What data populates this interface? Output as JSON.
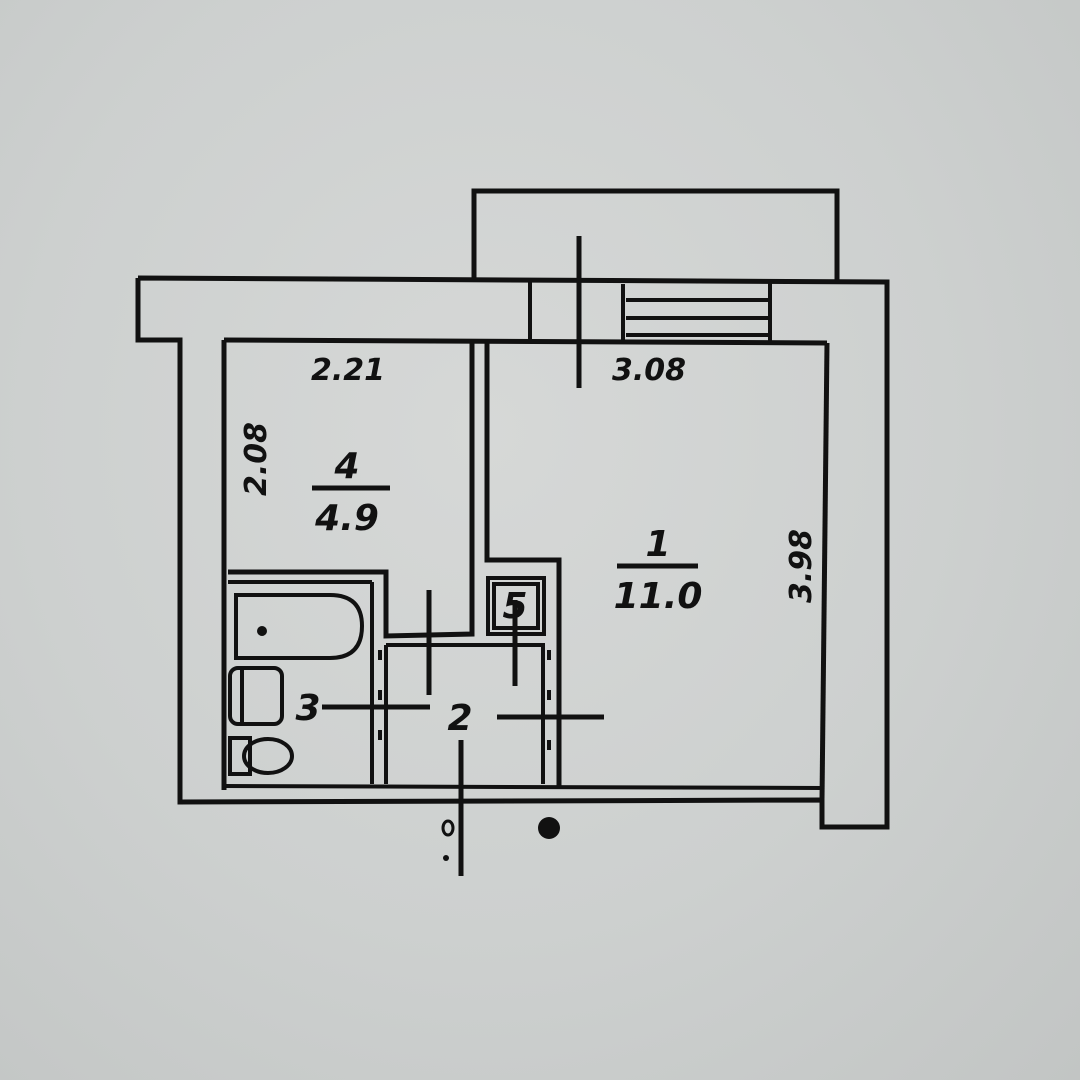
{
  "plan": {
    "rooms": [
      {
        "id": "room-1",
        "number": "1",
        "area": "11.0"
      },
      {
        "id": "room-2",
        "number": "2"
      },
      {
        "id": "room-3",
        "number": "3"
      },
      {
        "id": "room-4",
        "number": "4",
        "area": "4.9"
      },
      {
        "id": "room-5",
        "number": "5"
      }
    ],
    "dimensions": {
      "room4_width": "2.21",
      "room4_depth": "2.08",
      "room1_width": "3.08",
      "room1_depth": "3.98"
    }
  }
}
